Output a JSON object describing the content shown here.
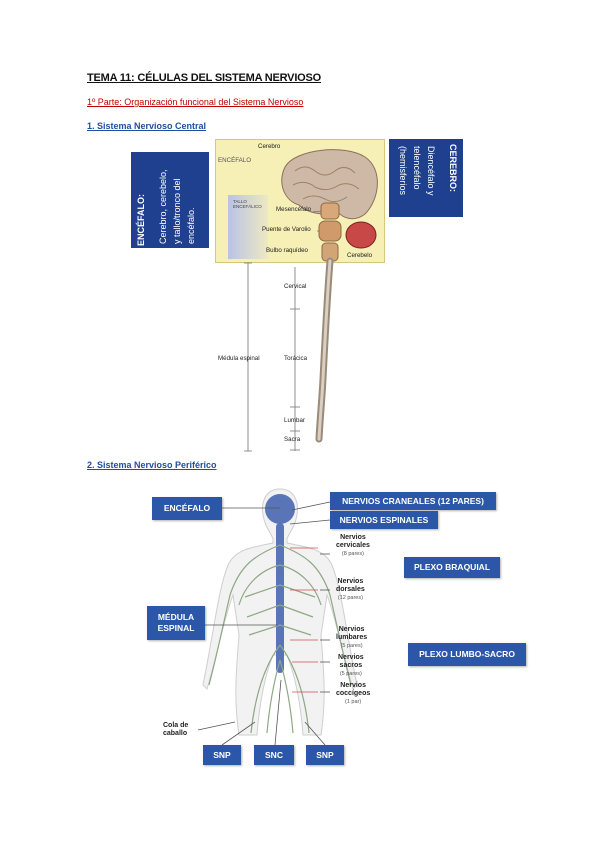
{
  "title": "TEMA 11: CÉLULAS DEL SISTEMA NERVIOSO",
  "subtitle": "1º Parte: Organización funcional del Sistema Nervioso",
  "section1": {
    "heading": "1. Sistema Nervioso Central",
    "left_box": {
      "title": "ENCÉFALO:",
      "lines": [
        "Cerebro, cerebelo,",
        "y tallo/tronco del",
        "encéfalo."
      ]
    },
    "right_box": {
      "title": "CEREBRO:",
      "lines": [
        "Diencéfalo y",
        "telencéfalo",
        "(hemisferios"
      ]
    },
    "figure": {
      "cerebro": "Cerebro",
      "encefalo": "ENCÉFALO",
      "tallo": [
        "TALLO",
        "ENCEFÁLICO"
      ],
      "mesencefalo": "Mesencéfalo",
      "puente": "Puente de Varolio",
      "bulbo": "Bulbo raquídeo",
      "cerebelo": "Cerebelo",
      "medula": "Médula espinal",
      "cervical": "Cervical",
      "toracica": "Torácica",
      "lumbar": "Lumbar",
      "sacra": "Sacra"
    }
  },
  "section2": {
    "heading": "2. Sistema Nervioso Periférico",
    "boxes": {
      "encefalo": "ENCÉFALO",
      "craneales": "NERVIOS CRANEALES (12 PARES)",
      "espinales": "NERVIOS ESPINALES",
      "braquial": "PLEXO BRAQUIAL",
      "medula": [
        "MÉDULA",
        "ESPINAL"
      ],
      "lumbosacro": "PLEXO LUMBO-SACRO",
      "snp_left": "SNP",
      "snc": "SNC",
      "snp_right": "SNP"
    },
    "nerves": [
      {
        "name": [
          "Nervios",
          "cervicales"
        ],
        "count": "(8 pares)"
      },
      {
        "name": [
          "Nervios",
          "dorsales"
        ],
        "count": "(12 pares)"
      },
      {
        "name": [
          "Nervios",
          "lumbares"
        ],
        "count": "(5 pares)"
      },
      {
        "name": [
          "Nervios",
          "sacros"
        ],
        "count": "(5 pares)"
      },
      {
        "name": [
          "Nervios",
          "coccígeos"
        ],
        "count": "(1 par)"
      }
    ],
    "cola": [
      "Cola de",
      "caballo"
    ]
  },
  "colors": {
    "box_blue": "#1f3f8f",
    "button_blue": "#2c56a8",
    "heading_blue": "#1f4e9e",
    "subtitle_red": "#c00000",
    "figure_bg": "#f6efb6"
  }
}
